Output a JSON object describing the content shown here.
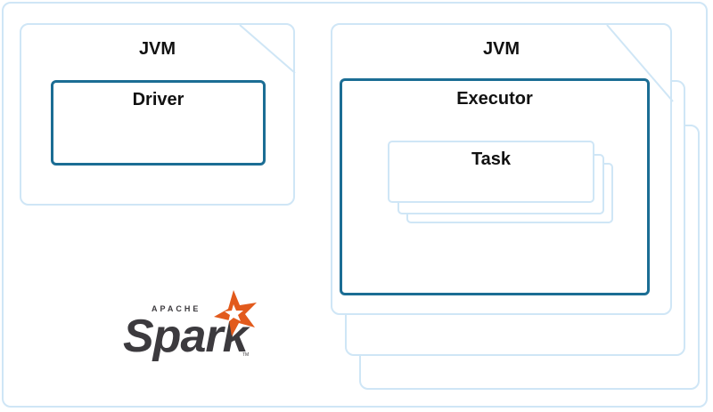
{
  "driver_jvm": {
    "title": "JVM",
    "driver_label": "Driver"
  },
  "executor_jvm": {
    "title": "JVM",
    "executor_label": "Executor",
    "task_label": "Task"
  },
  "logo": {
    "apache": "APACHE",
    "name": "Spark",
    "tm": "TM"
  },
  "colors": {
    "jvm_border": "#cfe6f6",
    "box_border": "#1b6d94",
    "spark_orange": "#e25a1c",
    "logo_text": "#3c3a3e"
  }
}
